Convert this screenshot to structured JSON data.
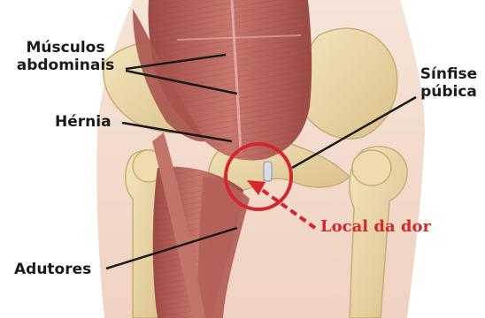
{
  "labels": {
    "musculos_line1": "Músculos",
    "musculos_line2": "abdominais",
    "hernia": "Hérnia",
    "adutores": "Adutores",
    "sinfise_line1": "Sínfise",
    "sinfise_line2": "púbica",
    "local_dor": "Local da dor"
  },
  "colors": {
    "label_text": "#1a1a1a",
    "pain_marker": "#d6252b",
    "muscle": "#b8625a",
    "bone": "#e6d3a3",
    "skin": "#f3ddd0"
  }
}
